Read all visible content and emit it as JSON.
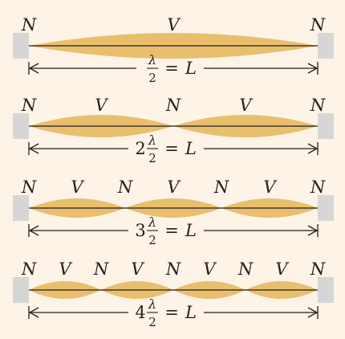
{
  "colors": {
    "background": "#fdf3e6",
    "lobe": "#e9bf6d",
    "string": "#231f20",
    "clamp": "#d7d6d6"
  },
  "rows": [
    {
      "labels": [
        "N",
        "V",
        "N"
      ],
      "multiplier": "",
      "frac_num": "λ",
      "frac_den": "2",
      "equals": "=",
      "rhs": "L"
    },
    {
      "labels": [
        "N",
        "V",
        "N",
        "V",
        "N"
      ],
      "multiplier": "2",
      "frac_num": "λ",
      "frac_den": "2",
      "equals": "=",
      "rhs": "L"
    },
    {
      "labels": [
        "N",
        "V",
        "N",
        "V",
        "N",
        "V",
        "N"
      ],
      "multiplier": "3",
      "frac_num": "λ",
      "frac_den": "2",
      "equals": "=",
      "rhs": "L"
    },
    {
      "labels": [
        "N",
        "V",
        "N",
        "V",
        "N",
        "V",
        "N",
        "V",
        "N"
      ],
      "multiplier": "4",
      "frac_num": "λ",
      "frac_den": "2",
      "equals": "=",
      "rhs": "L"
    }
  ]
}
